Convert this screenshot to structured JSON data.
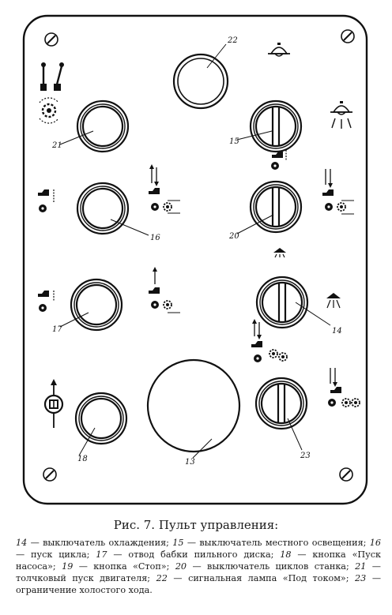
{
  "labels": {
    "l21": "21",
    "l22": "22",
    "l15": "15",
    "l16": "16",
    "l20": "20",
    "l17": "17",
    "l14": "14",
    "l18": "18",
    "l13": "13",
    "l23": "23"
  },
  "caption": {
    "title": "Рис. 7. Пульт управления:",
    "items": [
      {
        "num": "14",
        "text": " — выключатель охлаждения; "
      },
      {
        "num": "15",
        "text": " — выключатель местного освещения; "
      },
      {
        "num": "16",
        "text": " — пуск цикла; "
      },
      {
        "num": "17",
        "text": " — отвод бабки пильного диска; "
      },
      {
        "num": "18",
        "text": " — кнопка «Пуск насоса»; "
      },
      {
        "num": "19",
        "text": " — кнопка «Стоп»; "
      },
      {
        "num": "20",
        "text": " — выключатель циклов станка; "
      },
      {
        "num": "21",
        "text": " — толчковый пуск двигателя; "
      },
      {
        "num": "22",
        "text": " — сигнальная лампа «Под током»; "
      },
      {
        "num": "23",
        "text": " — ограничение холостого хода."
      }
    ]
  }
}
